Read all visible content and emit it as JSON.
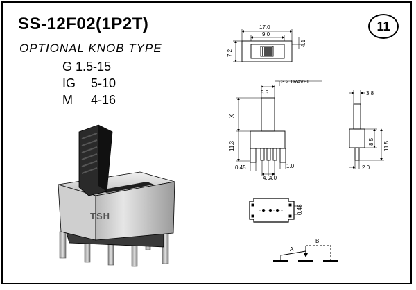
{
  "header": {
    "model": "SS-12F02(1P2T)",
    "subtitle": "OPTIONAL KNOB TYPE",
    "options": [
      {
        "code": "G",
        "range": "1.5-15"
      },
      {
        "code": "IG",
        "range": "5-10"
      },
      {
        "code": "M",
        "range": "4-16"
      }
    ],
    "page_badge": "11"
  },
  "product_photo": {
    "housing_marking": "TSH"
  },
  "top_view": {
    "width_label": "17.0",
    "slot_label": "9.0",
    "height_label": "7.2",
    "offset_label": "4.1"
  },
  "front_view": {
    "knob_label": "5.5",
    "travel_label": "3.2 TRAVEL",
    "knob_height_label": "X",
    "body_height_label": "11.3",
    "pin_offset_label": "0.45",
    "pin_width_label": "1.0",
    "pitch_left_label": "4.0",
    "pitch_right_label": "4.0"
  },
  "side_view": {
    "knob_width_label": "3.8",
    "body_label": "8.5",
    "total_label": "11.5",
    "pin_label": "2.0"
  },
  "pcb_layout": {
    "pad_label": "0.46"
  },
  "circuit": {
    "label_a": "A",
    "label_b": "B"
  },
  "colors": {
    "ink": "#000000",
    "housing_light": "#d8d8d8",
    "housing_mid": "#a9a9a9",
    "housing_dark": "#6e6e6e",
    "knob": "#2a2a2a"
  }
}
